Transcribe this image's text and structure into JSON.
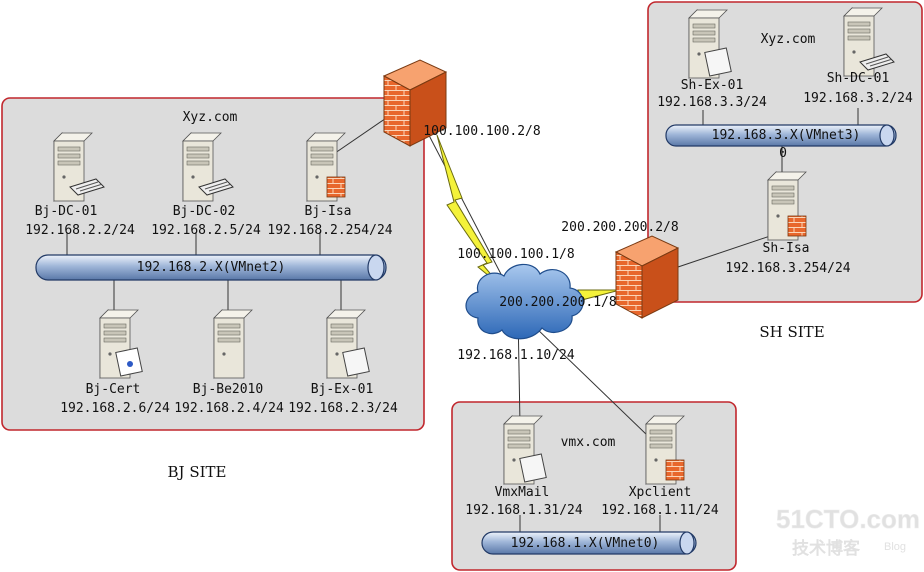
{
  "sites": {
    "bj": {
      "title": "BJ SITE",
      "domain": "Xyz.com",
      "switch_label": "192.168.2.X(VMnet2)",
      "servers": [
        {
          "name": "Bj-DC-01",
          "ip": "192.168.2.2/24",
          "icon": "server-keyboard-icon"
        },
        {
          "name": "Bj-DC-02",
          "ip": "192.168.2.5/24",
          "icon": "server-keyboard-icon"
        },
        {
          "name": "Bj-Isa",
          "ip": "192.168.2.254/24",
          "icon": "server-firewall-icon"
        },
        {
          "name": "Bj-Cert",
          "ip": "192.168.2.6/24",
          "icon": "server-certificate-icon"
        },
        {
          "name": "Bj-Be2010",
          "ip": "192.168.2.4/24",
          "icon": "server-icon"
        },
        {
          "name": "Bj-Ex-01",
          "ip": "192.168.2.3/24",
          "icon": "server-mail-icon"
        }
      ]
    },
    "sh": {
      "title": "SH SITE",
      "domain": "Xyz.com",
      "switch_label": "192.168.3.X(VMnet3)",
      "servers": [
        {
          "name": "Sh-Ex-01",
          "ip": "192.168.3.3/24",
          "icon": "server-mail-icon"
        },
        {
          "name": "Sh-DC-01",
          "ip": "192.168.3.2/24",
          "icon": "server-keyboard-icon"
        },
        {
          "name": "Sh-Isa",
          "ip": "192.168.3.254/24",
          "icon": "server-firewall-icon"
        }
      ]
    },
    "vmx": {
      "domain": "vmx.com",
      "switch_label": "192.168.1.X(VMnet0)",
      "servers": [
        {
          "name": "VmxMail",
          "ip": "192.168.1.31/24",
          "icon": "server-mail-icon"
        },
        {
          "name": "Xpclient",
          "ip": "192.168.1.11/24",
          "icon": "server-firewall-icon"
        }
      ]
    }
  },
  "wan": {
    "bj_firewall_ip": "100.100.100.2/8",
    "bj_link_ip": "100.100.100.1/8",
    "sh_firewall_ip": "200.200.200.2/8",
    "sh_link_ip": "200.200.200.1/8",
    "vmx_link_ip": "192.168.1.10/24",
    "cloud_icon": "internet-cloud-icon",
    "firewall_icon": "brick-firewall-icon"
  },
  "misc": {
    "sh_port_mark": "0",
    "watermark_main": "51CTO.com",
    "watermark_sub": "技术博客",
    "watermark_blog": "Blog"
  }
}
